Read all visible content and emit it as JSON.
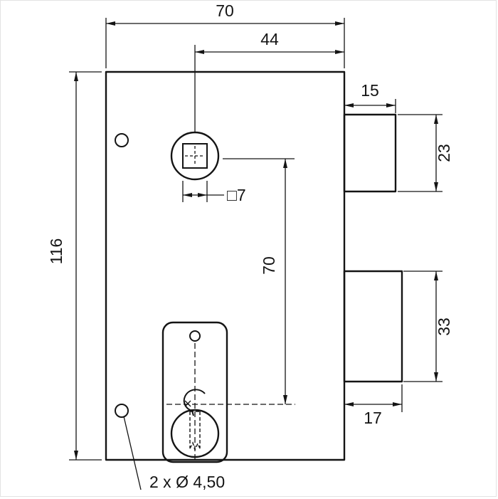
{
  "labels": {
    "width_total": "70",
    "width_spindle_to_edge": "44",
    "height_total": "116",
    "latch_width": "15",
    "latch_height": "23",
    "spindle_square": "□7",
    "spindle_to_key_center": "70",
    "bolt_height": "33",
    "bolt_width": "17",
    "holes_note": "2 x Ø 4,50"
  },
  "colors": {
    "line": "#141414",
    "background": "#ffffff"
  }
}
